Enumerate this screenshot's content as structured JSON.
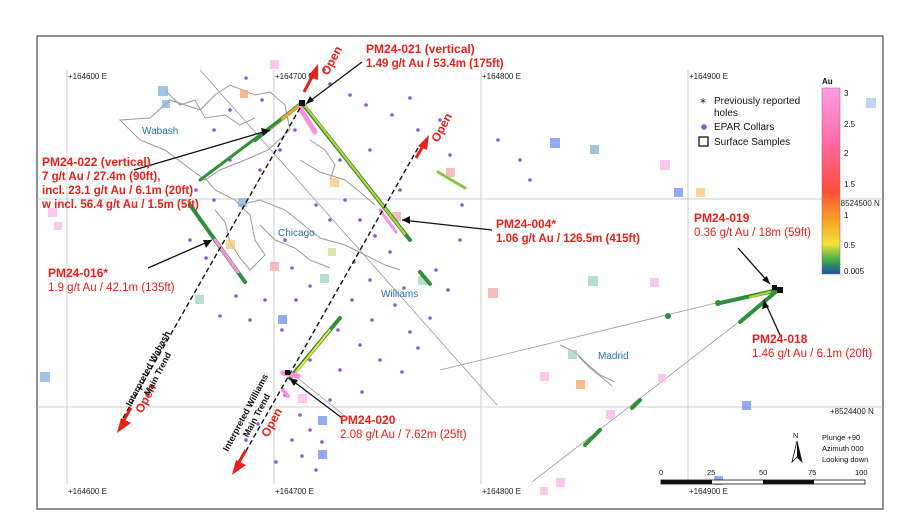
{
  "grid": {
    "e_labels": [
      "+164600 E",
      "+164700 E",
      "+164800 E",
      "+164900 E"
    ],
    "n_labels": [
      "+8524500 N",
      "+8524400 N"
    ]
  },
  "places": [
    "Wabash",
    "Chicago",
    "Williams",
    "Madrid"
  ],
  "callouts": [
    {
      "title": "PM24-021 (vertical)",
      "lines": [
        "1.49 g/t Au / 53.4m (175ft)"
      ]
    },
    {
      "title": "PM24-022 (vertical)",
      "lines": [
        "7 g/t Au / 27.4m (90ft),",
        "incl. 23.1 g/t Au / 6.1m (20ft)",
        "w incl. 56.4 g/t Au / 1.5m (5ft)"
      ]
    },
    {
      "title": "PM24-004*",
      "lines": [
        "1.06 g/t Au / 126.5m (415ft)"
      ]
    },
    {
      "title": "PM24-016*",
      "lines": [
        "1.9 g/t Au / 42.1m (135ft)"
      ]
    },
    {
      "title": "PM24-019",
      "lines": [
        "0.36 g/t Au / 18m (59ft)"
      ]
    },
    {
      "title": "PM24-018",
      "lines": [
        "1.46 g/t  Au / 6.1m (20ft)"
      ]
    },
    {
      "title": "PM24-020",
      "lines": [
        "2.08 g/t Au / 7.62m (25ft)"
      ]
    }
  ],
  "trends": [
    {
      "line1": "Interpreted Wabash",
      "line2": "Main Trend"
    },
    {
      "line1": "Interpreted Williams",
      "line2": "Main Trend"
    }
  ],
  "open_label": "Open",
  "legend": {
    "items": [
      {
        "symbol": "*",
        "label": "Previously reported",
        "label2": "holes"
      },
      {
        "symbol": "dot",
        "label": "EPAR Collars"
      },
      {
        "symbol": "square",
        "label": "Surface Samples"
      }
    ],
    "colorbar": {
      "title": "Au",
      "ticks": [
        "3",
        "2.5",
        "2",
        "1.5",
        "1",
        "0.5",
        "0.005"
      ],
      "colors": [
        "#ff8fe0",
        "#ff4d4d",
        "#f5a623",
        "#f2e13a",
        "#8cc63f",
        "#1f8f3a",
        "#1a4ea8"
      ]
    }
  },
  "scale": {
    "ticks": [
      "0",
      "25",
      "50",
      "75",
      "100"
    ]
  },
  "orientation": {
    "north": "N",
    "lines": [
      "Plunge +90",
      "Azimuth 000",
      "Looking down"
    ]
  }
}
